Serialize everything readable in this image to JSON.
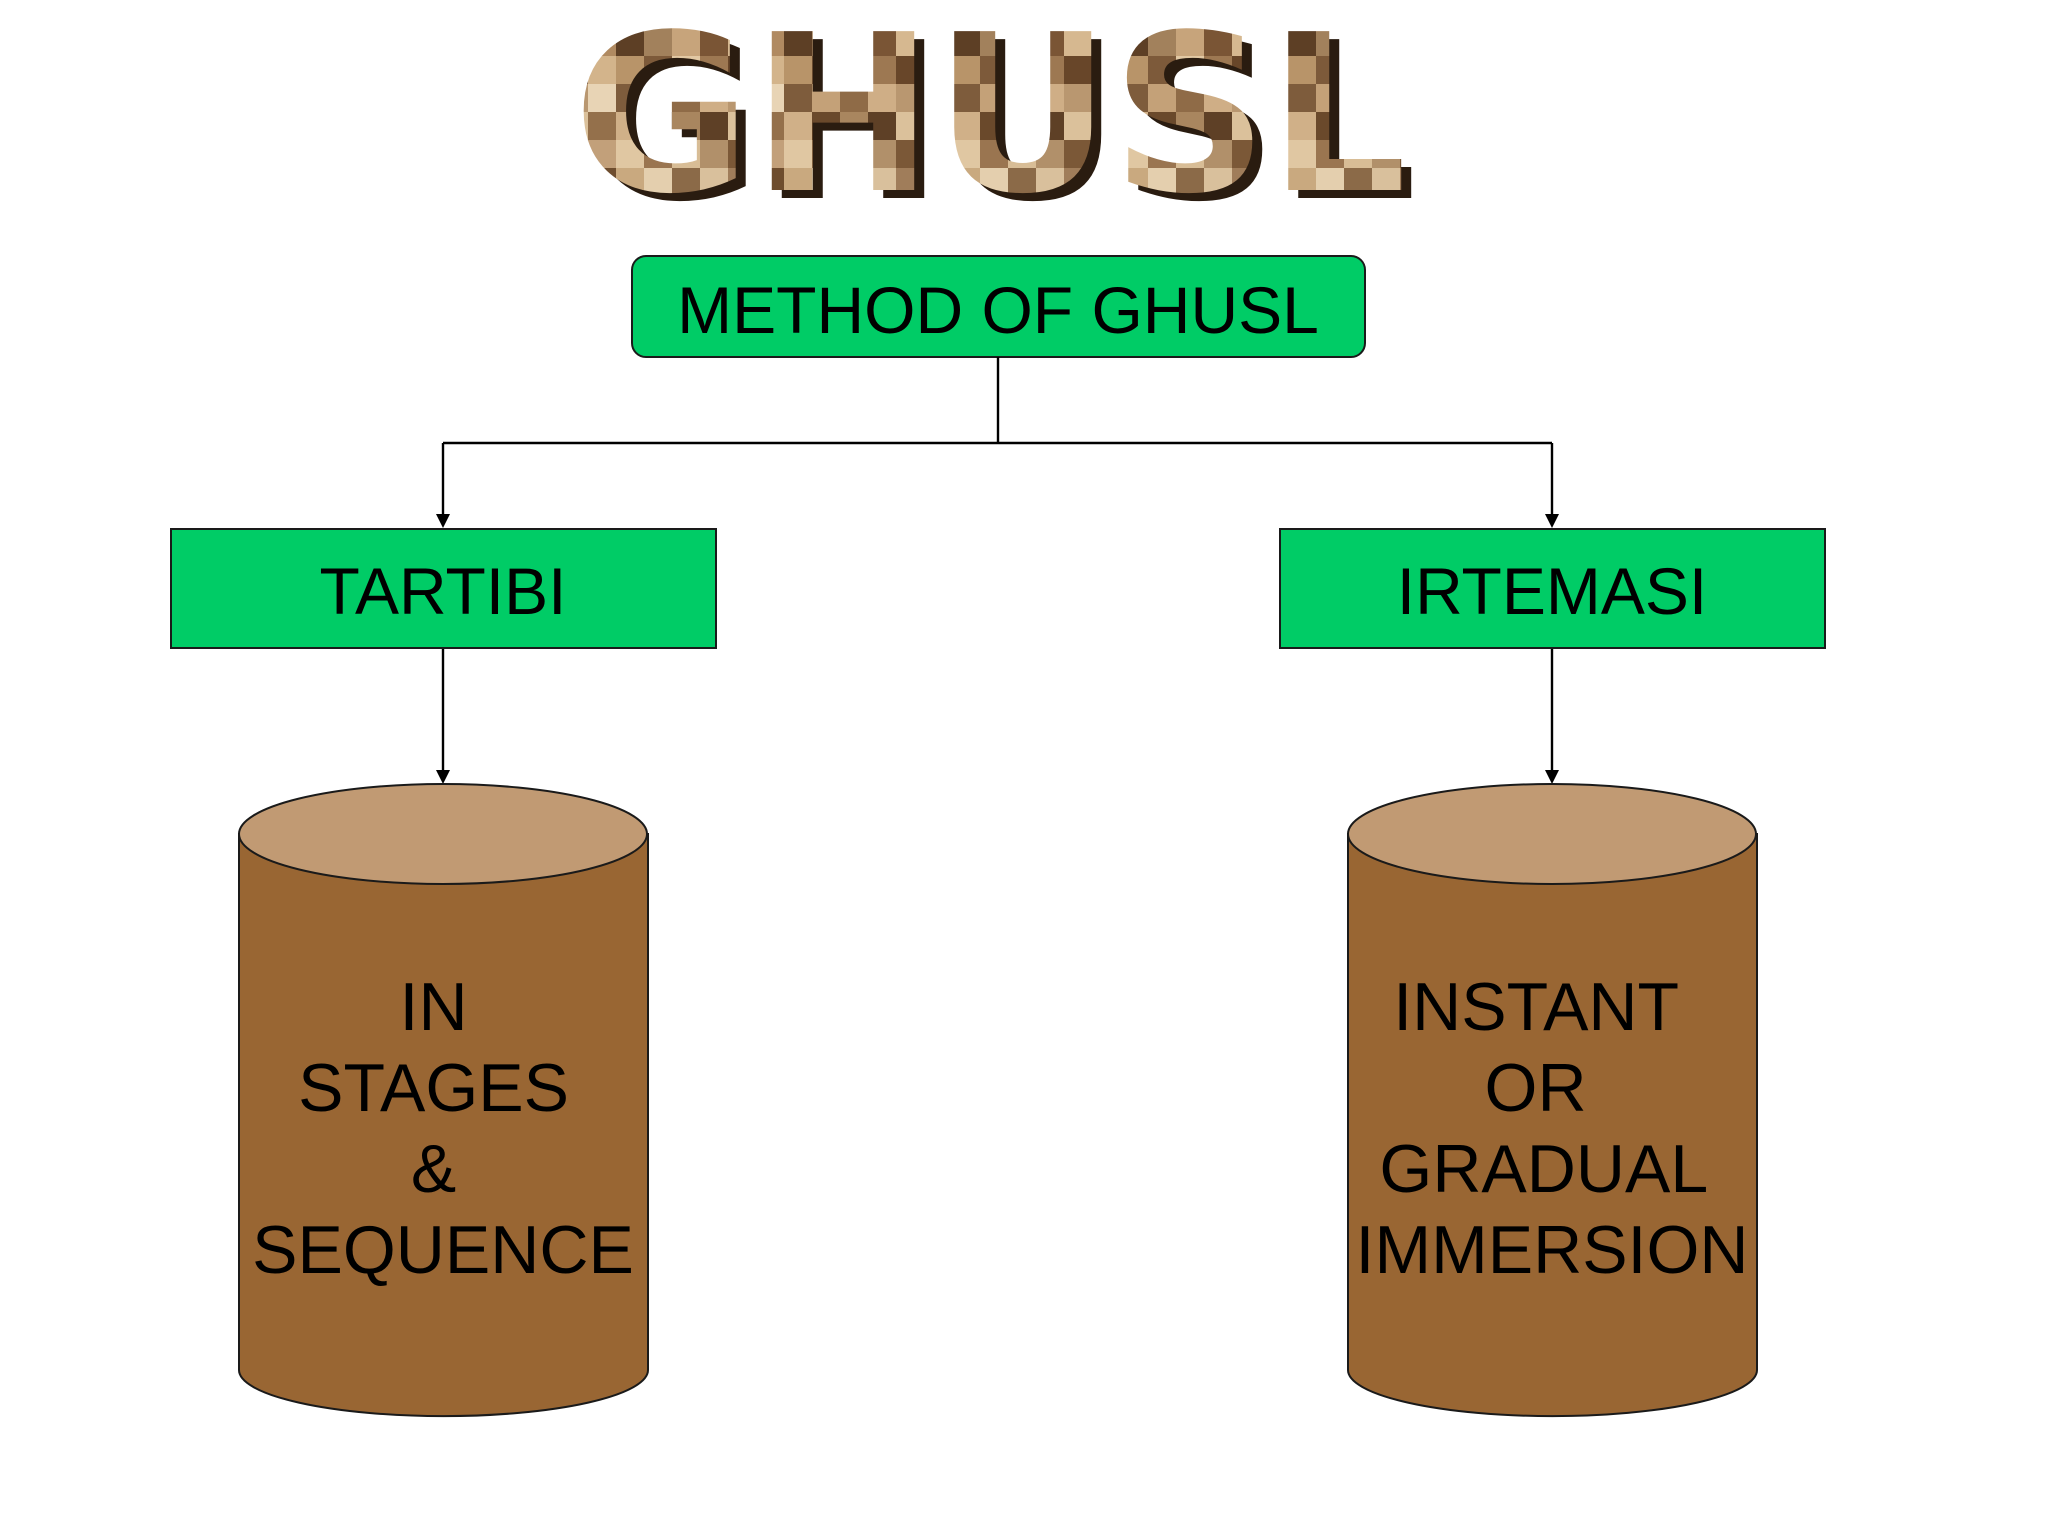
{
  "title": "GHUSL",
  "colors": {
    "box_fill": "#00cc66",
    "cylinder_body": "#996633",
    "cylinder_top": "#c19a73",
    "title_texture_dark": "#6b4a2b",
    "title_texture_mid": "#a88762",
    "title_texture_light": "#dcc29f",
    "title_shadow": "#2a1c10"
  },
  "root": {
    "label": "METHOD OF GHUSL"
  },
  "branches": [
    {
      "label": "TARTIBI",
      "description_lines": [
        "IN",
        "STAGES",
        "&",
        "SEQUENCE"
      ]
    },
    {
      "label": "IRTEMASI",
      "description_lines": [
        "INSTANT",
        "OR",
        "GRADUAL",
        "IMMERSION"
      ]
    }
  ]
}
